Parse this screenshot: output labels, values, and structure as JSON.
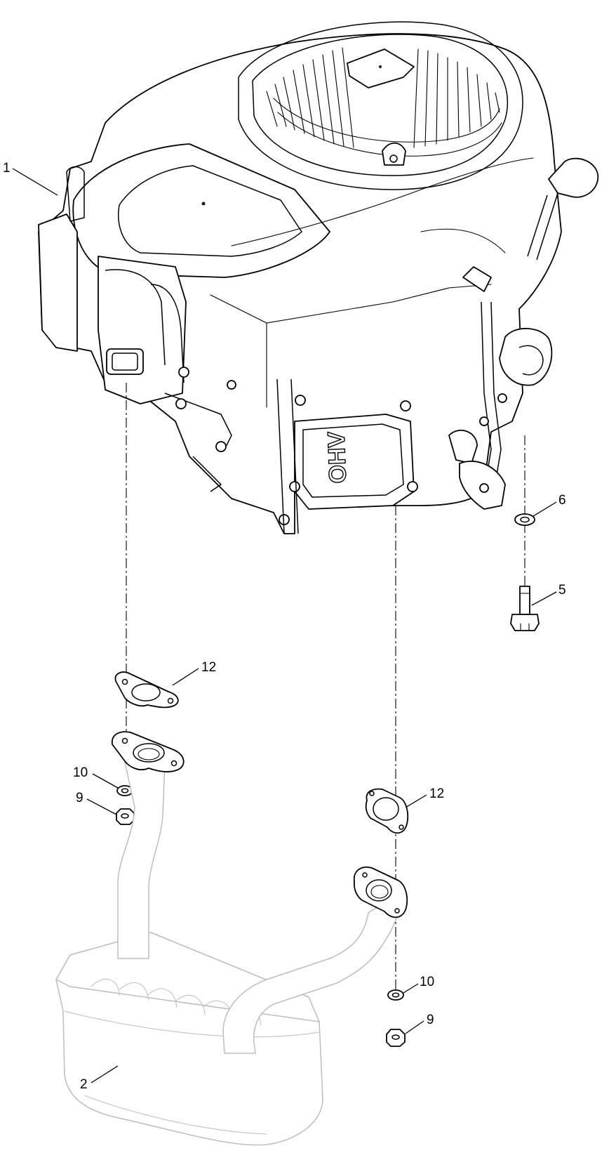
{
  "diagram": {
    "callouts": {
      "c1": "1",
      "c2": "2",
      "c5": "5",
      "c6": "6",
      "c9a": "9",
      "c9b": "9",
      "c10a": "10",
      "c10b": "10",
      "c12a": "12",
      "c12b": "12"
    },
    "engine_mark": "OHV"
  }
}
